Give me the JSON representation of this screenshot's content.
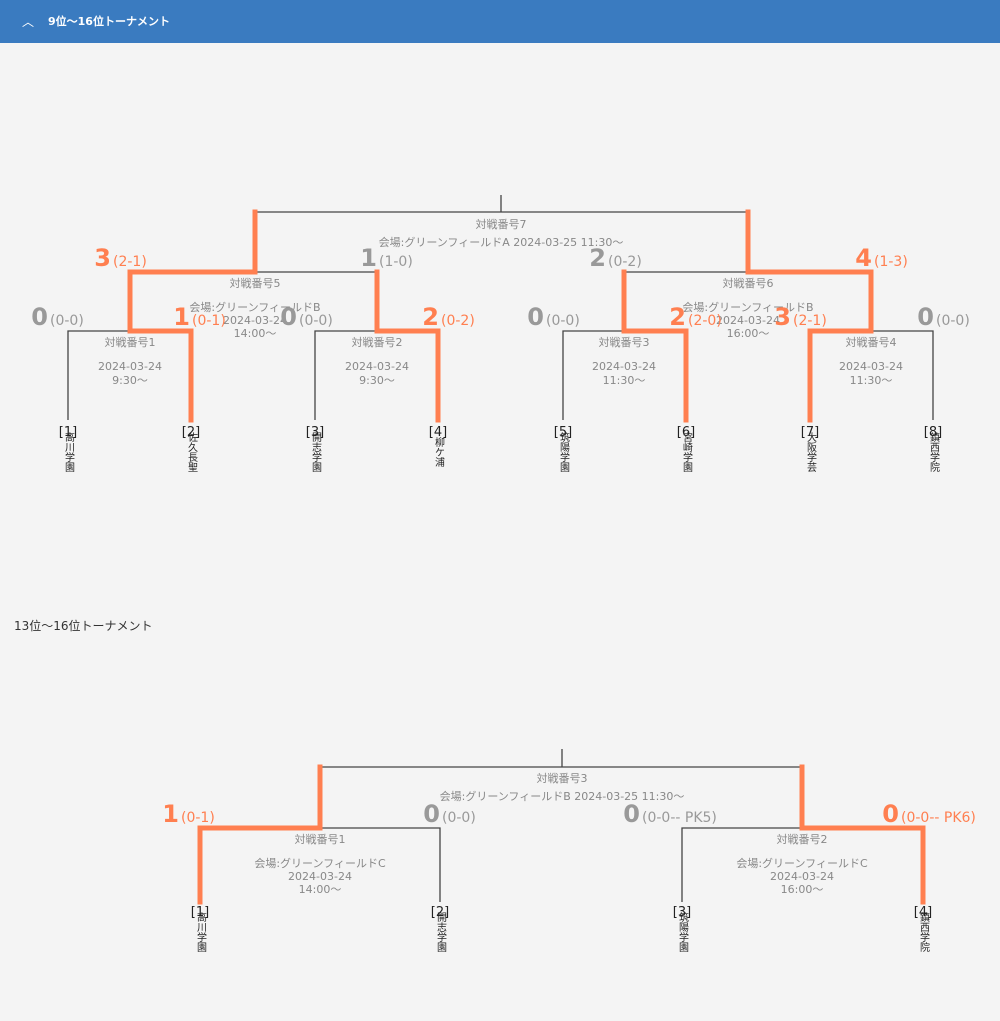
{
  "header": {
    "title": "9位〜16位トーナメント",
    "chevron_icon": "chevron-up-icon"
  },
  "colors": {
    "header": "#3a7bc0",
    "winner": "#ff7f50",
    "score_gray": "#999999"
  },
  "section2_title": "13位〜16位トーナメント",
  "bracket1": {
    "teams": [
      {
        "seed": "[1]",
        "name": "高川学園"
      },
      {
        "seed": "[2]",
        "name": "佐久長聖"
      },
      {
        "seed": "[3]",
        "name": "開志学園"
      },
      {
        "seed": "[4]",
        "name": "柳ケ浦"
      },
      {
        "seed": "[5]",
        "name": "筑陽学園"
      },
      {
        "seed": "[6]",
        "name": "宮崎学園"
      },
      {
        "seed": "[7]",
        "name": "大阪学芸"
      },
      {
        "seed": "[8]",
        "name": "鎮西学院"
      }
    ],
    "matches": [
      {
        "label": "対戦番号1",
        "venue": "",
        "date": "2024-03-24",
        "time": "9:30〜"
      },
      {
        "label": "対戦番号2",
        "venue": "",
        "date": "2024-03-24",
        "time": "9:30〜"
      },
      {
        "label": "対戦番号3",
        "venue": "",
        "date": "2024-03-24",
        "time": "11:30〜"
      },
      {
        "label": "対戦番号4",
        "venue": "",
        "date": "2024-03-24",
        "time": "11:30〜"
      },
      {
        "label": "対戦番号5",
        "venue": "会場:グリーンフィールドB",
        "date": "2024-03-24",
        "time": "14:00〜"
      },
      {
        "label": "対戦番号6",
        "venue": "会場:グリーンフィールドB",
        "date": "2024-03-24",
        "time": "16:00〜"
      },
      {
        "label": "対戦番号7",
        "venue": "会場:グリーンフィールドA 2024-03-25 11:30〜",
        "date": "",
        "time": ""
      }
    ],
    "scores": [
      {
        "score": "0",
        "pens": "(0-0)",
        "win": false
      },
      {
        "score": "1",
        "pens": "(0-1)",
        "win": true
      },
      {
        "score": "0",
        "pens": "(0-0)",
        "win": false
      },
      {
        "score": "2",
        "pens": "(0-2)",
        "win": true
      },
      {
        "score": "0",
        "pens": "(0-0)",
        "win": false
      },
      {
        "score": "2",
        "pens": "(2-0)",
        "win": true
      },
      {
        "score": "3",
        "pens": "(2-1)",
        "win": true
      },
      {
        "score": "0",
        "pens": "(0-0)",
        "win": false
      },
      {
        "score": "3",
        "pens": "(2-1)",
        "win": true
      },
      {
        "score": "1",
        "pens": "(1-0)",
        "win": false
      },
      {
        "score": "2",
        "pens": "(0-2)",
        "win": false
      },
      {
        "score": "4",
        "pens": "(1-3)",
        "win": true
      }
    ]
  },
  "bracket2": {
    "teams": [
      {
        "seed": "[1]",
        "name": "高川学園"
      },
      {
        "seed": "[2]",
        "name": "開志学園"
      },
      {
        "seed": "[3]",
        "name": "筑陽学園"
      },
      {
        "seed": "[4]",
        "name": "鎮西学院"
      }
    ],
    "matches": [
      {
        "label": "対戦番号1",
        "venue": "会場:グリーンフィールドC",
        "date": "2024-03-24",
        "time": "14:00〜"
      },
      {
        "label": "対戦番号2",
        "venue": "会場:グリーンフィールドC",
        "date": "2024-03-24",
        "time": "16:00〜"
      },
      {
        "label": "対戦番号3",
        "venue": "会場:グリーンフィールドB 2024-03-25 11:30〜",
        "date": "",
        "time": ""
      }
    ],
    "scores": [
      {
        "score": "1",
        "pens": "(0-1)",
        "win": true
      },
      {
        "score": "0",
        "pens": "(0-0)",
        "win": false
      },
      {
        "score": "0",
        "pens": "(0-0-- PK5)",
        "win": false
      },
      {
        "score": "0",
        "pens": "(0-0-- PK6)",
        "win": true
      }
    ]
  }
}
